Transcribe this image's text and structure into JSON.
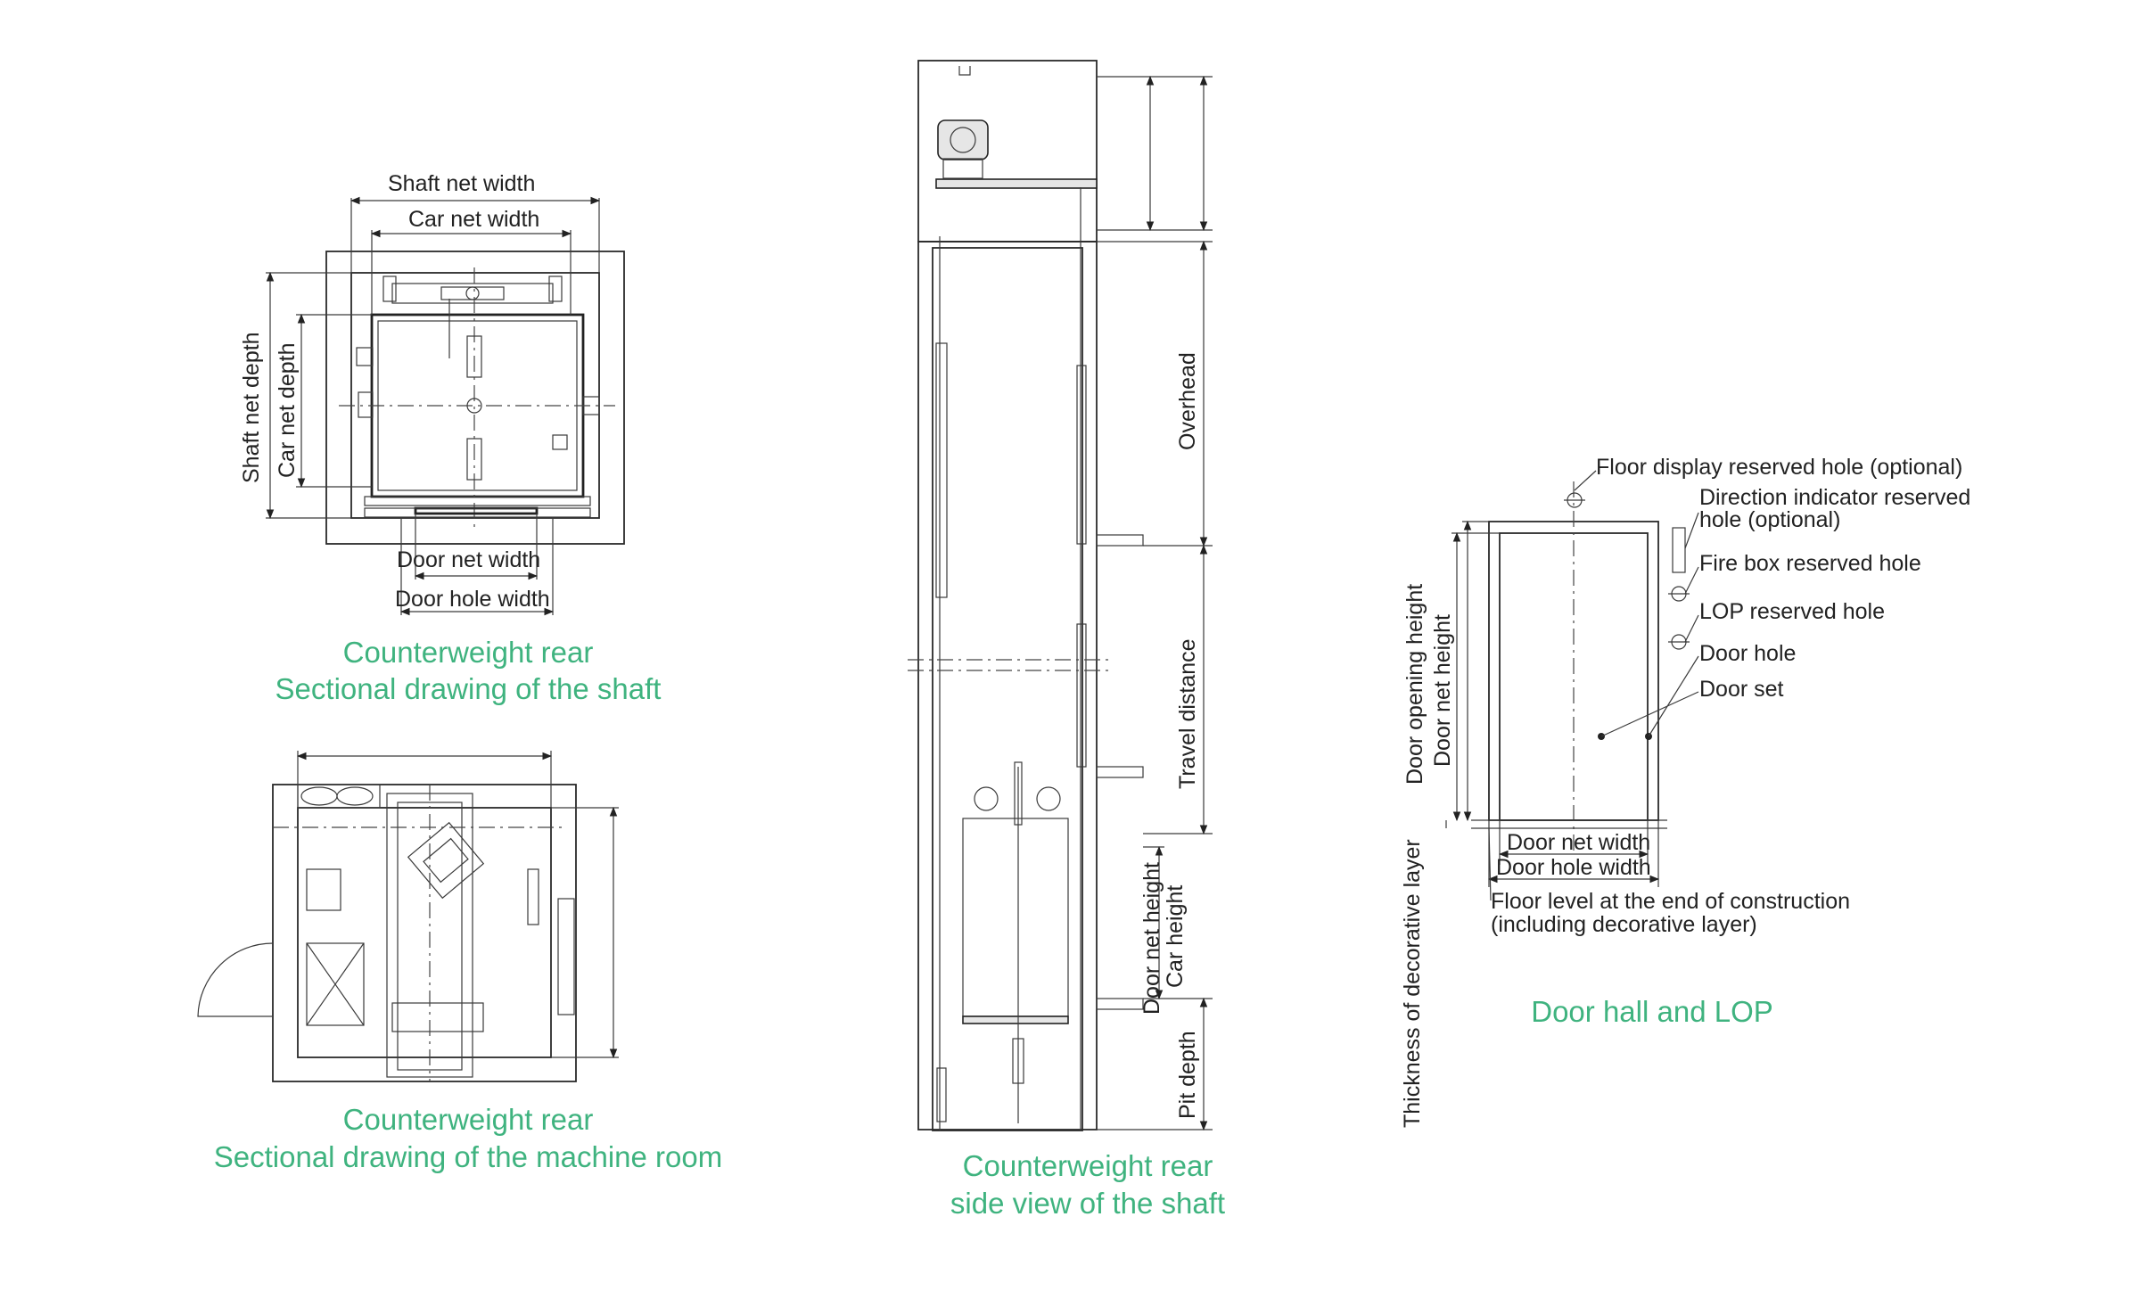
{
  "colors": {
    "caption": "#3fb37f",
    "line": "#222222",
    "background": "#ffffff"
  },
  "shaft_section": {
    "shaft_net_width": "Shaft net width",
    "car_net_width": "Car net width",
    "shaft_net_depth": "Shaft net depth",
    "car_net_depth": "Car net depth",
    "door_net_width": "Door net width",
    "door_hole_width": "Door hole width",
    "caption_line1": "Counterweight rear",
    "caption_line2": "Sectional drawing of the shaft"
  },
  "machine_room": {
    "caption_line1": "Counterweight rear",
    "caption_line2": "Sectional drawing of the machine room"
  },
  "side_view": {
    "overhead": "Overhead",
    "travel_distance": "Travel distance",
    "door_net_height": "Door net height",
    "car_height": "Car height",
    "pit_depth": "Pit depth",
    "caption_line1": "Counterweight rear",
    "caption_line2": "side view of the shaft"
  },
  "door_hall": {
    "floor_display": "Floor display reserved hole (optional)",
    "direction_indicator_1": "Direction  indicator reserved",
    "direction_indicator_2": "hole (optional)",
    "fire_box": "Fire box reserved hole",
    "lop_hole": "LOP reserved hole",
    "door_hole": "Door hole",
    "door_set": "Door set",
    "door_opening_height": "Door opening height",
    "door_net_height": "Door net height",
    "thickness_decorative": "Thickness of decorative layer",
    "door_net_width": "Door net width",
    "door_hole_width": "Door hole width",
    "floor_level_1": "Floor level at the end of construction",
    "floor_level_2": "(including decorative layer)",
    "caption": "Door hall and LOP"
  }
}
